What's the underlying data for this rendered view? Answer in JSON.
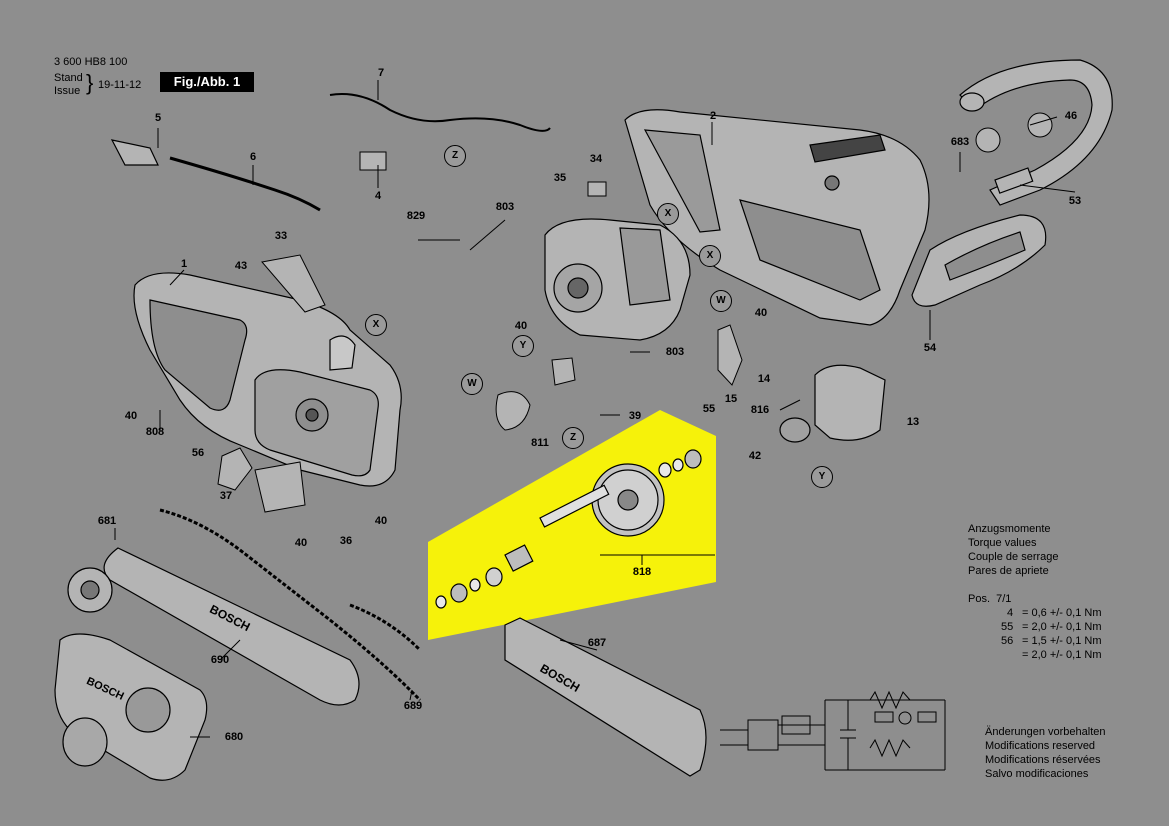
{
  "header": {
    "doc_number": "3 600 HB8 100",
    "stand_label": "Stand",
    "issue_label": "Issue",
    "date": "19-11-12",
    "figure_label": "Fig./Abb. 1"
  },
  "part_labels": [
    "1",
    "2",
    "4",
    "5",
    "6",
    "7",
    "13",
    "14",
    "15",
    "33",
    "34",
    "35",
    "36",
    "37",
    "39",
    "40",
    "40",
    "40",
    "40",
    "40",
    "42",
    "43",
    "46",
    "53",
    "54",
    "55",
    "56",
    "680",
    "681",
    "683",
    "687",
    "689",
    "690",
    "803",
    "803",
    "808",
    "811",
    "816",
    "818",
    "829"
  ],
  "view_markers": [
    "Z",
    "Z",
    "X",
    "X",
    "X",
    "W",
    "W",
    "Y",
    "Y"
  ],
  "torque": {
    "title_lines": [
      "Anzugsmomente",
      "Torque values",
      "Couple de serrage",
      "Pares de apriete"
    ],
    "rows": [
      {
        "pos": "Pos.  7/1",
        "value": "= 0,6 +/- 0,1 Nm"
      },
      {
        "pos": "4",
        "value": "= 2,0 +/- 0,1 Nm"
      },
      {
        "pos": "55",
        "value": "= 1,5 +/- 0,1 Nm"
      },
      {
        "pos": "56",
        "value": "= 2,0 +/- 0,1 Nm"
      }
    ]
  },
  "modifications": [
    "Änderungen vorbehalten",
    "Modifications reserved",
    "Modifications réservées",
    "Salvo modificaciones"
  ],
  "brand_text": "BOSCH",
  "colors": {
    "background": "#8e8e8e",
    "highlight": "#f6f20a",
    "ink": "#000000",
    "part_fill": "#b4b4b4"
  }
}
